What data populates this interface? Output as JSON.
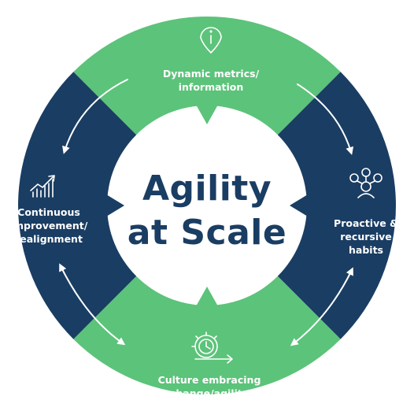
{
  "diagram": {
    "center_title": [
      "Agility",
      "at Scale"
    ],
    "segments": {
      "top": [
        "Dynamic metrics/",
        "information"
      ],
      "right": [
        "Proactive &",
        "recursive",
        "habits"
      ],
      "bottom": [
        "Culture embracing",
        "change/agility"
      ],
      "left": [
        "Continuous",
        "improvement/",
        "realignment"
      ]
    },
    "icons": {
      "top": "info-pin-icon",
      "right": "connected-person-icon",
      "bottom": "clock-gear-arrow-icon",
      "left": "growth-chart-icon"
    },
    "colors": {
      "green": "#5cc37a",
      "navy": "#1a3d63",
      "center_text": "#1a3d63",
      "label_text": "#ffffff"
    }
  }
}
